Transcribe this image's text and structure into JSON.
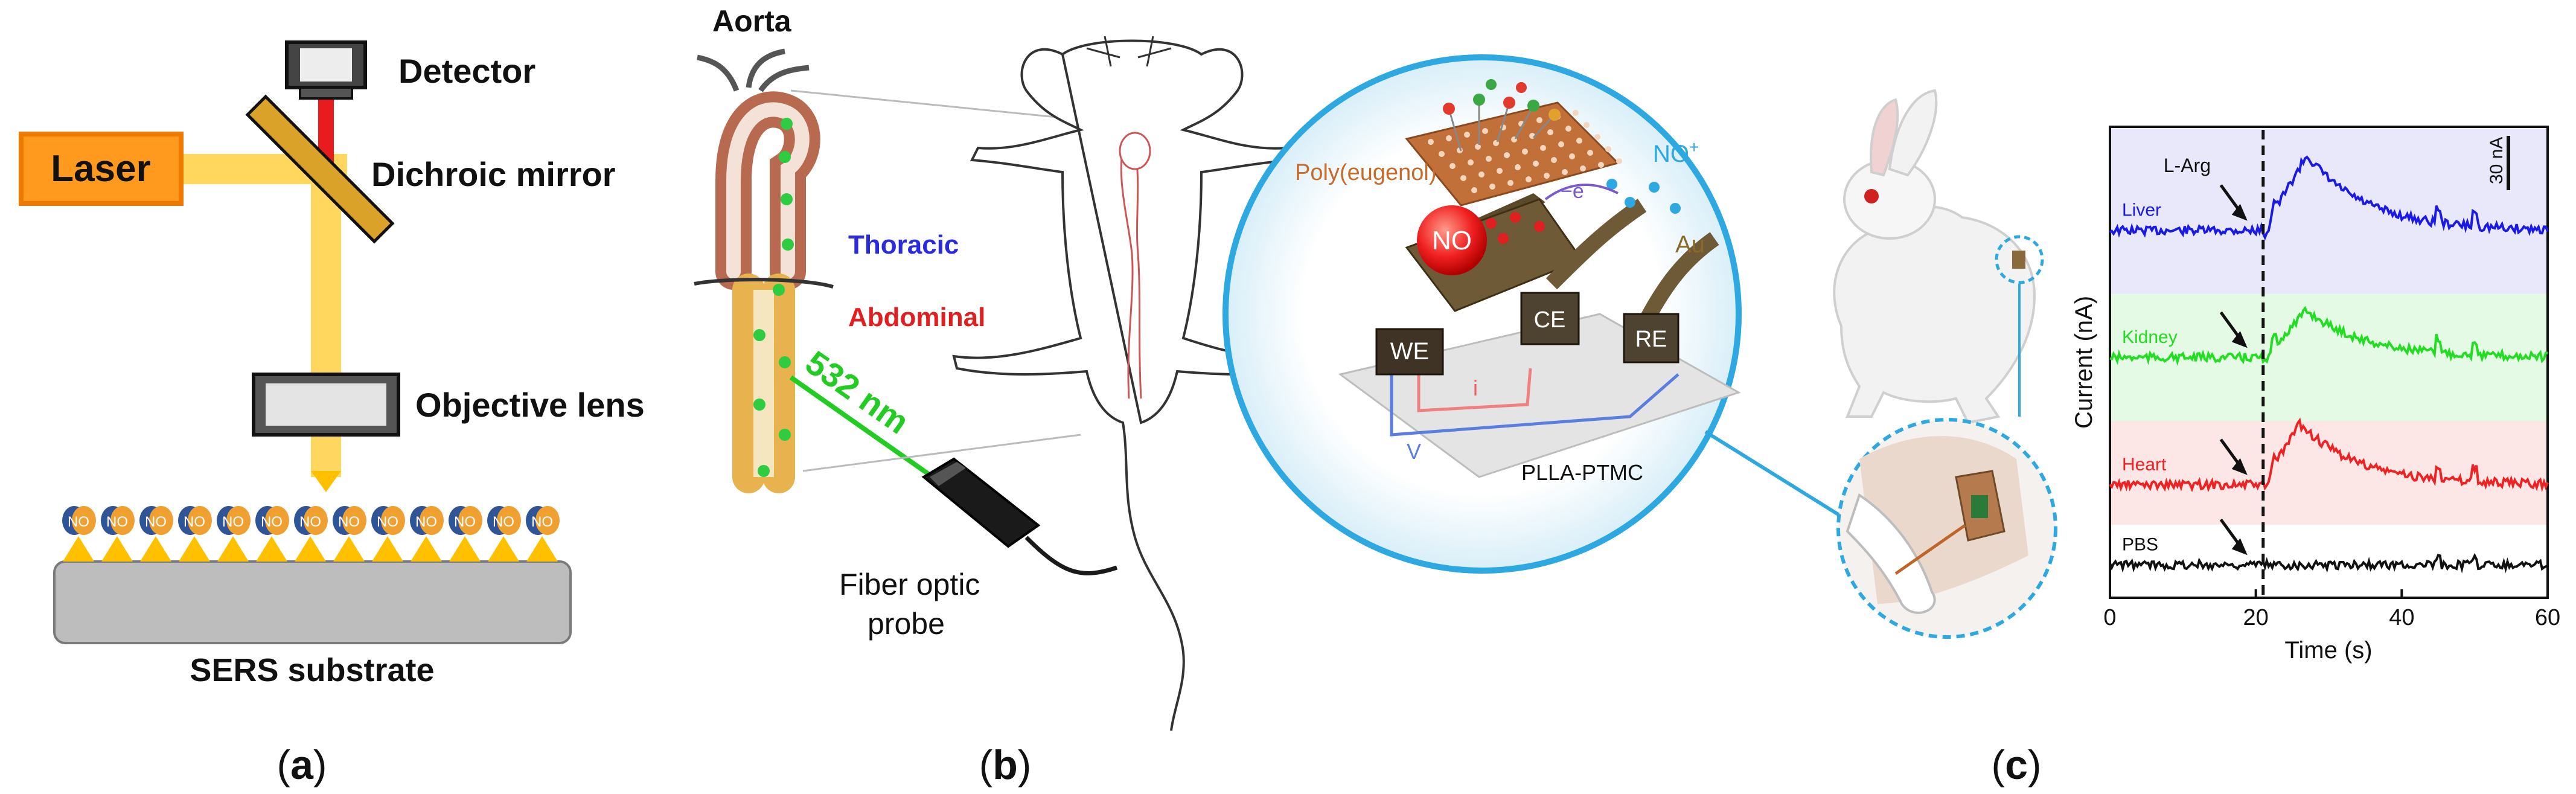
{
  "panel_a": {
    "labels": {
      "laser": "Laser",
      "detector": "Detector",
      "dichroic_mirror": "Dichroic mirror",
      "objective_lens": "Objective lens",
      "substrate": "SERS substrate",
      "molecule": "NO"
    },
    "panel_label": {
      "open": "(",
      "letter": "a",
      "close": ")"
    },
    "colors": {
      "laser_box": "#FF9A1E",
      "laser_border": "#F07A00",
      "beam": "#FFD75E",
      "detector_beam": "#E81C1C",
      "mirror": "#DAA228",
      "substrate": "#BDBDBD",
      "pyramid": "#FFC000",
      "molecule": "#2F5597"
    }
  },
  "panel_b": {
    "labels": {
      "aorta": "Aorta",
      "thoracic": "Thoracic",
      "abdominal": "Abdominal",
      "wavelength": "532 nm",
      "probe_line1": "Fiber optic",
      "probe_line2": "probe"
    },
    "panel_label": {
      "open": "(",
      "letter": "b",
      "close": ")"
    },
    "colors": {
      "thoracic": "#2A2AE0",
      "abdominal": "#E02020",
      "laser_line": "#22CC22"
    }
  },
  "panel_c": {
    "device": {
      "poly": "Poly(eugenol)",
      "no": "NO",
      "no_plus": "NO",
      "no_plus_sup": "+",
      "electron": "e",
      "au": "Au",
      "we": "WE",
      "ce": "CE",
      "re": "RE",
      "i": "i",
      "v": "V",
      "substrate": "PLLA-PTMC"
    },
    "panel_label": {
      "open": "(",
      "letter": "c",
      "close": ")"
    }
  },
  "chart_data": {
    "type": "line",
    "title": "",
    "xlabel": "Time (s)",
    "ylabel": "Current (nA)",
    "xlim": [
      0,
      60
    ],
    "xticks": [
      0,
      20,
      40,
      60
    ],
    "scale_bar": "30 nA",
    "annotation": "L-Arg",
    "injection_time": 21,
    "series": [
      {
        "name": "Liver",
        "color": "#1A1AE6",
        "band": "#E8E8FA",
        "baseline": 0.22,
        "peak_time": 27,
        "peak": 0.16
      },
      {
        "name": "Kidney",
        "color": "#22DD22",
        "band": "#E4FAE4",
        "baseline": 0.49,
        "peak_time": 27,
        "peak": 0.1
      },
      {
        "name": "Heart",
        "color": "#EE2222",
        "band": "#FCE6E6",
        "baseline": 0.76,
        "peak_time": 26,
        "peak": 0.13
      },
      {
        "name": "PBS",
        "color": "#111111",
        "band": "#FFFFFF",
        "baseline": 0.93,
        "peak_time": 26,
        "peak": 0.0
      }
    ]
  }
}
